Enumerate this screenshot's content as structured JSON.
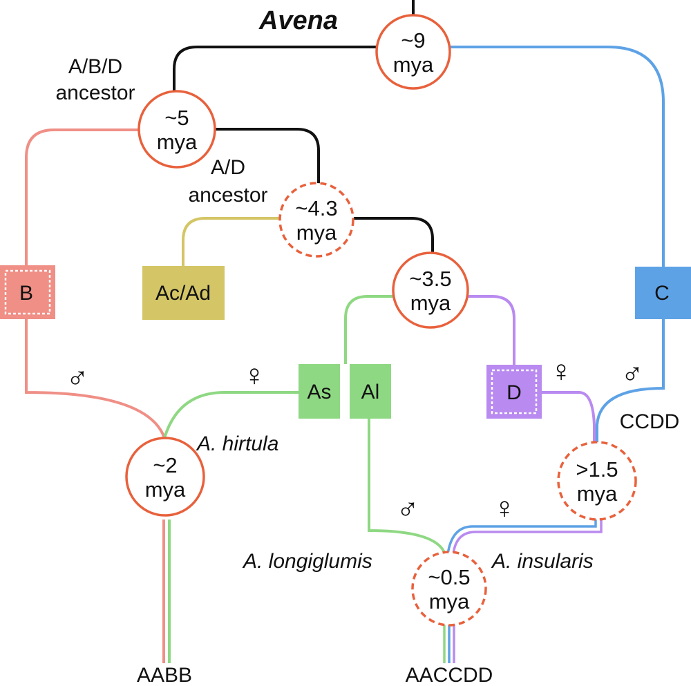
{
  "title": "Avena",
  "colors": {
    "black_lineage": "#111111",
    "B": "#ef8f86",
    "Ac_Ad": "#d4c566",
    "A_green": "#8fd883",
    "C": "#5ea2e6",
    "D": "#b98af0",
    "node_ring": "#e8613c"
  },
  "labels": {
    "abd_ancestor_line1": "A/B/D",
    "abd_ancestor_line2": "ancestor",
    "ad_ancestor_line1": "A/D",
    "ad_ancestor_line2": "ancestor",
    "hirtula": "A. hirtula",
    "longiglumis": "A. longiglumis",
    "insularis": "A. insularis",
    "ccdd": "CCDD",
    "aabb": "AABB",
    "aaccdd": "AACCDD"
  },
  "nodes": [
    {
      "id": "n9",
      "line1": "~9",
      "line2": "mya",
      "style": "solid"
    },
    {
      "id": "n5",
      "line1": "~5",
      "line2": "mya",
      "style": "solid"
    },
    {
      "id": "n43",
      "line1": "~4.3",
      "line2": "mya",
      "style": "dashed"
    },
    {
      "id": "n35",
      "line1": "~3.5",
      "line2": "mya",
      "style": "solid"
    },
    {
      "id": "n2",
      "line1": "~2",
      "line2": "mya",
      "style": "solid"
    },
    {
      "id": "n15",
      "line1": ">1.5",
      "line2": "mya",
      "style": "dashed"
    },
    {
      "id": "n05",
      "line1": "~0.5",
      "line2": "mya",
      "style": "dashed"
    }
  ],
  "genomes": {
    "B": "B",
    "AcAd": "Ac/Ad",
    "C": "C",
    "As": "As",
    "Al": "Al",
    "D": "D"
  },
  "symbols": {
    "male": "♂",
    "female": "♀"
  }
}
